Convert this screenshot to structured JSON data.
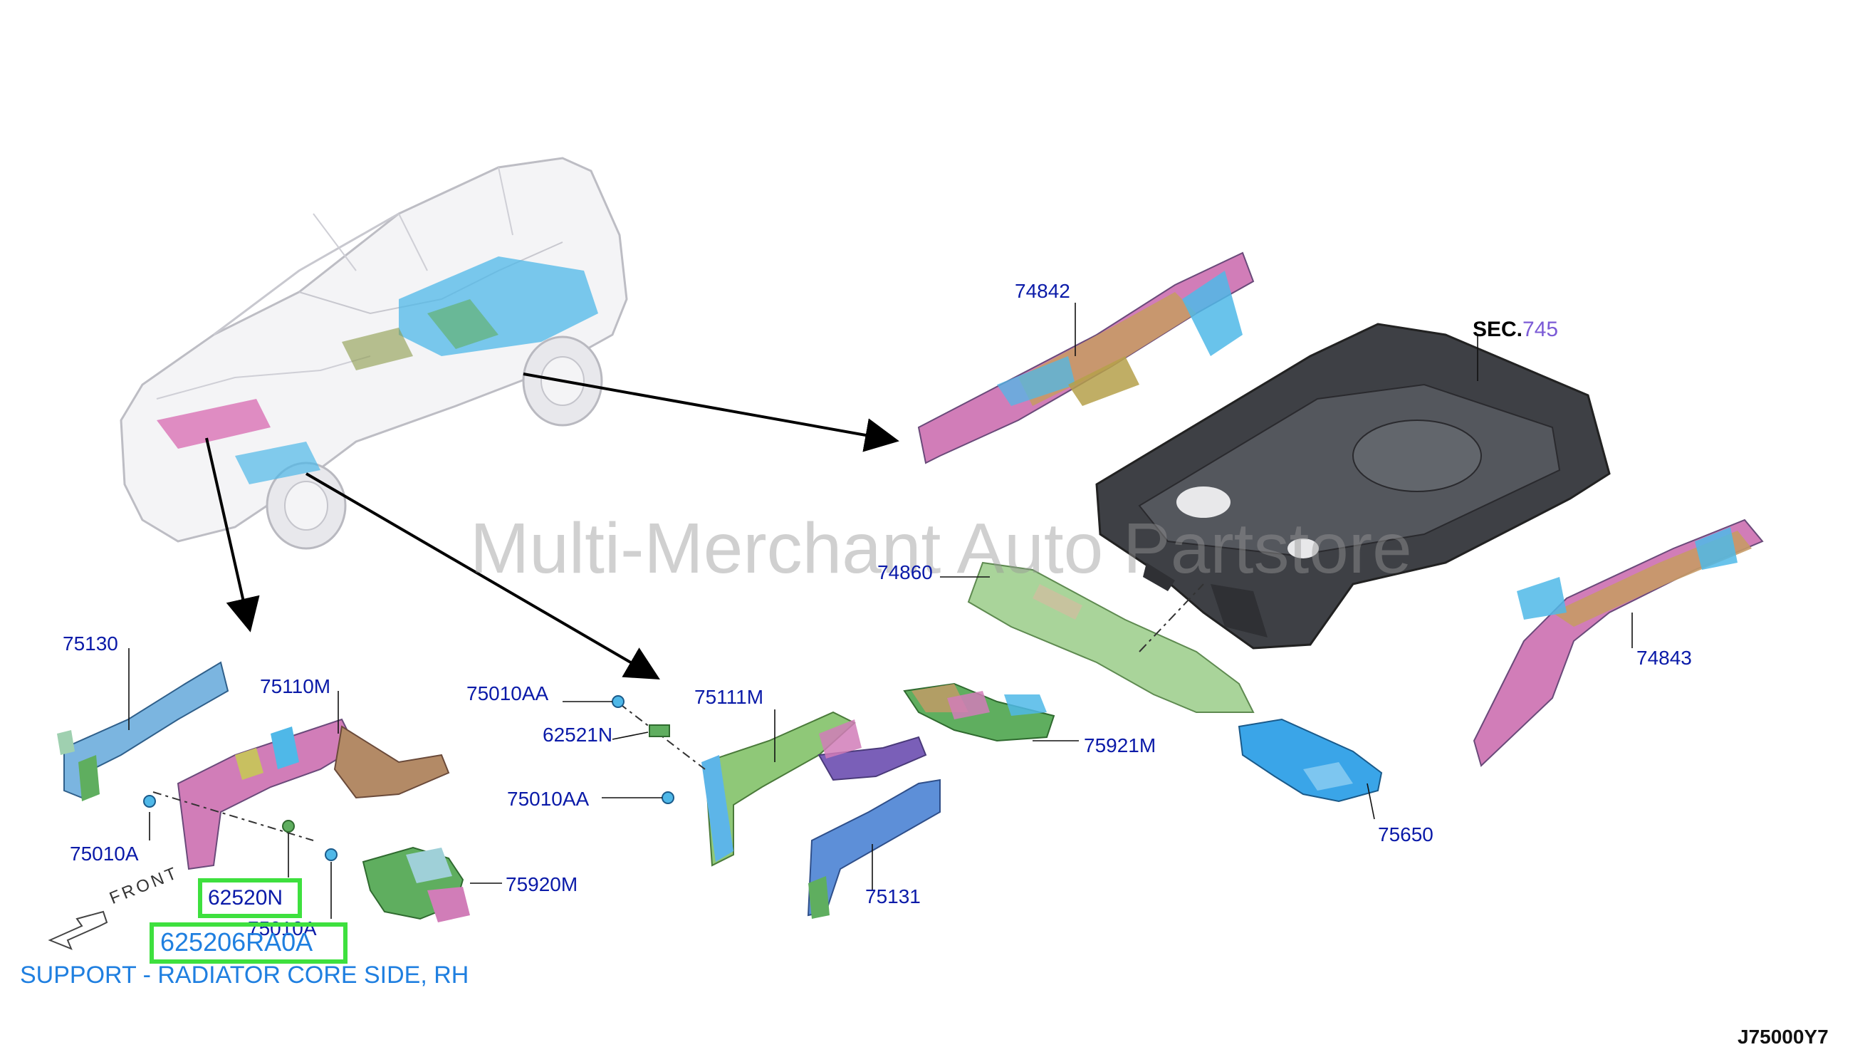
{
  "diagram": {
    "code": "J75000Y7",
    "watermark": "Multi-Merchant Auto Partstore",
    "section_ref": {
      "prefix": "SEC.",
      "number": "745"
    },
    "front_indicator": "FRONT",
    "highlight": {
      "part_ref": "62520N",
      "part_number": "625206RA0A",
      "description": "SUPPORT - RADIATOR CORE SIDE, RH"
    },
    "callouts": {
      "c75130": "75130",
      "c75110M": "75110M",
      "c75010A_left": "75010A",
      "c75010A_bottom": "75010A",
      "c75920M": "75920M",
      "c75010AA_top": "75010AA",
      "c62521N": "62521N",
      "c75010AA_bottom": "75010AA",
      "c75111M": "75111M",
      "c75131": "75131",
      "c74842": "74842",
      "c74860": "74860",
      "c75921M": "75921M",
      "c75650": "75650",
      "c74843": "74843"
    }
  }
}
